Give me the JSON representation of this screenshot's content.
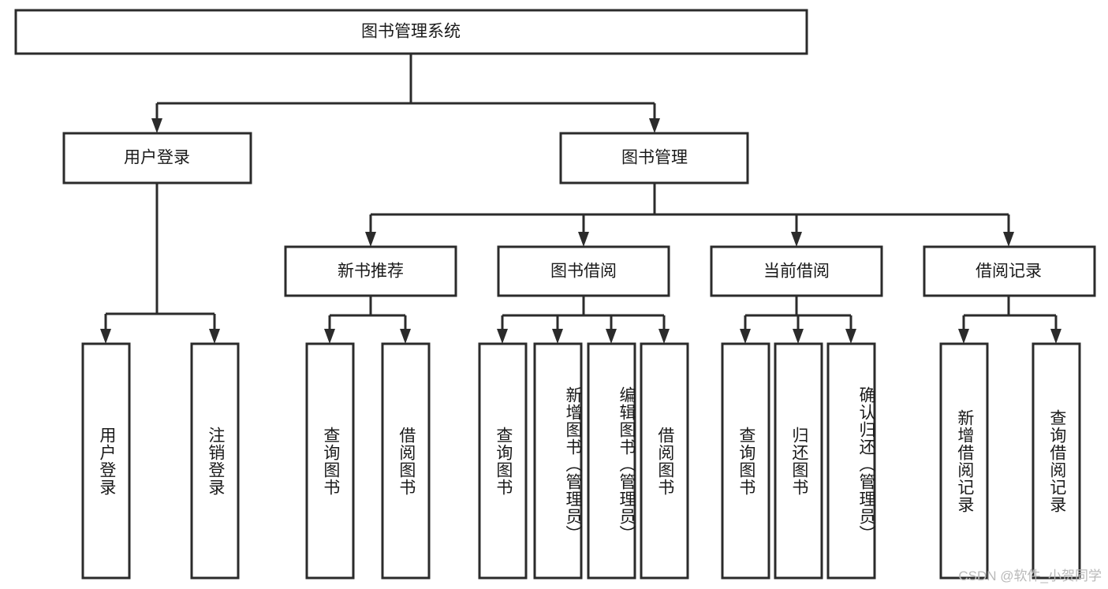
{
  "diagram": {
    "type": "hierarchy-tree",
    "title": "图书管理系统",
    "watermark": "CSDN @软件_小贺同学",
    "colors": {
      "box_stroke": "#2b2b2b",
      "box_fill": "#ffffff",
      "text": "#1a1a1a",
      "watermark": "#b9b9b9",
      "background": "#ffffff"
    },
    "levels": {
      "root": {
        "label": "图书管理系统"
      },
      "level2": [
        {
          "label": "用户登录"
        },
        {
          "label": "图书管理"
        }
      ],
      "level3": [
        {
          "label": "新书推荐"
        },
        {
          "label": "图书借阅"
        },
        {
          "label": "当前借阅"
        },
        {
          "label": "借阅记录"
        }
      ],
      "leaves": {
        "user_login": [
          {
            "label": "用户登录"
          },
          {
            "label": "注销登录"
          }
        ],
        "new_book_recommend": [
          {
            "label": "查询图书"
          },
          {
            "label": "借阅图书"
          }
        ],
        "book_borrow": [
          {
            "label": "查询图书"
          },
          {
            "label": "新增图书（管理员）"
          },
          {
            "label": "编辑图书（管理员）"
          },
          {
            "label": "借阅图书"
          }
        ],
        "current_borrow": [
          {
            "label": "查询图书"
          },
          {
            "label": "归还图书"
          },
          {
            "label": "确认归还（管理员）"
          }
        ],
        "borrow_record": [
          {
            "label": "新增借阅记录"
          },
          {
            "label": "查询借阅记录"
          }
        ]
      }
    }
  }
}
